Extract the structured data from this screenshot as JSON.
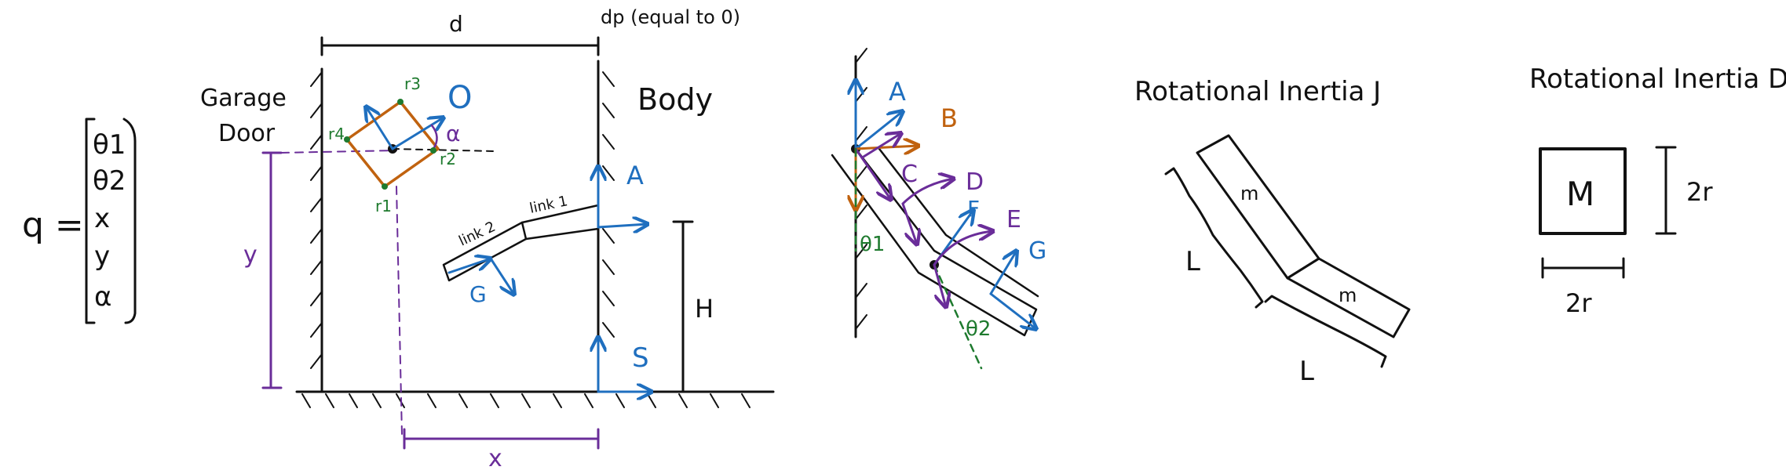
{
  "q_vector": {
    "lhs": "q =",
    "entries": [
      "θ1",
      "θ2",
      "x",
      "y",
      "α"
    ]
  },
  "scene": {
    "d": "d",
    "dp": "dp (equal to 0)",
    "garage_label_1": "Garage",
    "garage_label_2": "Door",
    "body": "Body",
    "o": "O",
    "r1": "r1",
    "r2": "r2",
    "r3": "r3",
    "r4": "r4",
    "alpha": "α",
    "a": "A",
    "s": "S",
    "g": "G",
    "h": "H",
    "y": "y",
    "x": "x",
    "link1": "link 1",
    "link2": "link 2"
  },
  "frames": {
    "a": "A",
    "b": "B",
    "c": "C",
    "d": "D",
    "e": "E",
    "f": "F",
    "g": "G",
    "theta1": "θ1",
    "theta2": "θ2"
  },
  "inertia_j": {
    "title": "Rotational Inertia J",
    "m1": "m",
    "m2": "m",
    "l1": "L",
    "l2": "L"
  },
  "inertia_d": {
    "title": "Rotational Inertia D",
    "m": "M",
    "side_v": "2r",
    "side_h": "2r"
  },
  "colors": {
    "blue": "#1f6fbf",
    "purple": "#6a2d99",
    "orange": "#c0620f",
    "green": "#1e7a2e",
    "black": "#111111"
  }
}
